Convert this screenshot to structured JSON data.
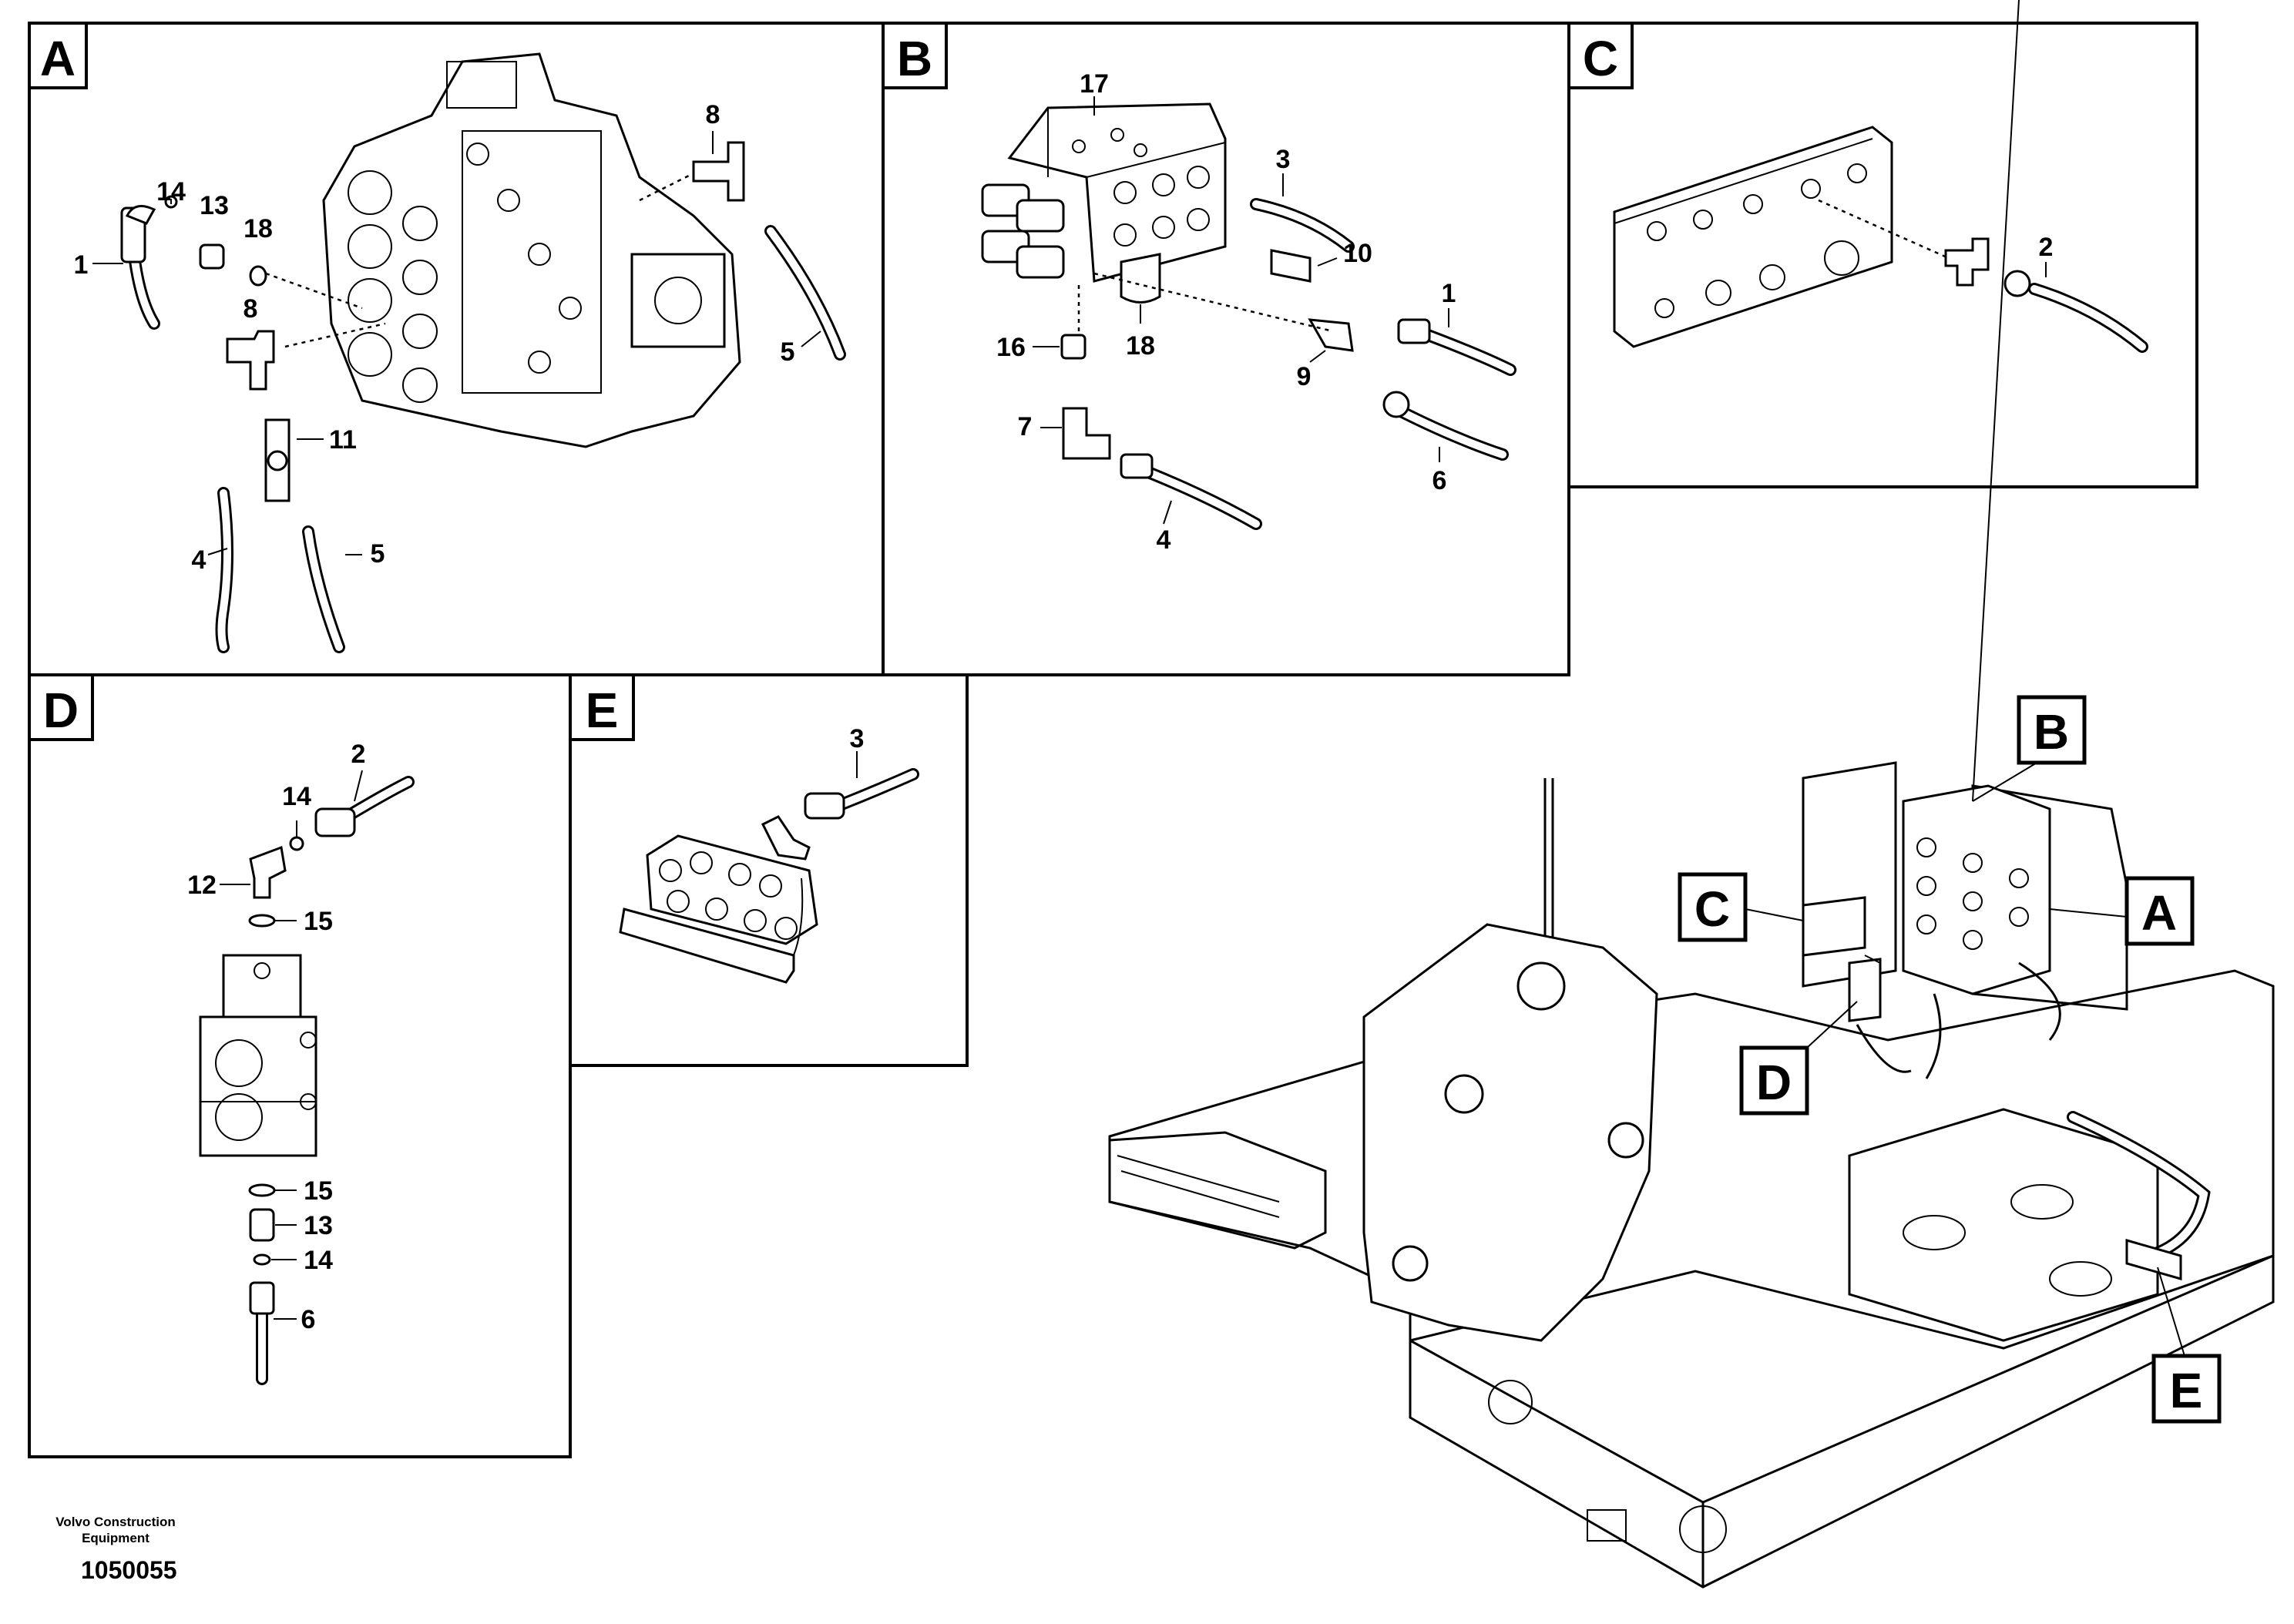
{
  "panels": [
    {
      "id": "A",
      "letter": "A",
      "callouts": [
        "8",
        "14",
        "13",
        "18",
        "1",
        "8",
        "5",
        "11",
        "4",
        "5"
      ]
    },
    {
      "id": "B",
      "letter": "B",
      "callouts": [
        "17",
        "3",
        "10",
        "1",
        "16",
        "18",
        "9",
        "7",
        "6",
        "4"
      ]
    },
    {
      "id": "C",
      "letter": "C",
      "callouts": [
        "2"
      ]
    },
    {
      "id": "D",
      "letter": "D",
      "callouts": [
        "2",
        "14",
        "12",
        "15",
        "15",
        "13",
        "14",
        "6"
      ]
    },
    {
      "id": "E",
      "letter": "E",
      "callouts": [
        "3"
      ]
    }
  ],
  "overview_tags": [
    "B",
    "C",
    "A",
    "D",
    "E"
  ],
  "footer": {
    "company_line1": "Volvo Construction",
    "company_line2": "Equipment",
    "drawing_number": "1050055"
  }
}
